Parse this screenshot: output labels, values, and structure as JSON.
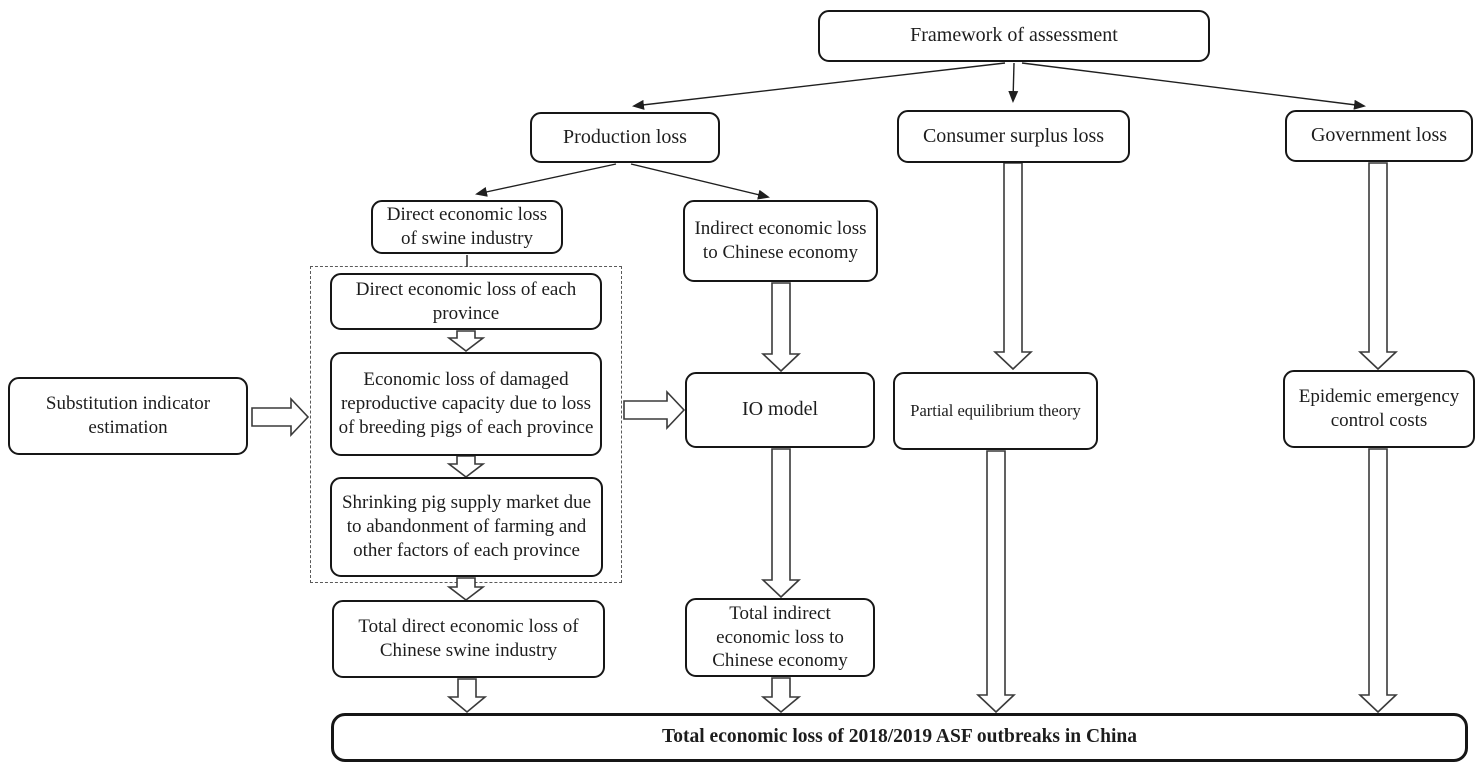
{
  "figure": {
    "type": "flowchart",
    "background_color": "#ffffff",
    "line_color": "#1f1f1f",
    "box_border_color": "#161616",
    "text_color": "#1d1d1d"
  },
  "nodes": {
    "framework": "Framework of assessment",
    "production_loss": "Production loss",
    "consumer_surplus_loss": "Consumer surplus loss",
    "government_loss": "Government loss",
    "direct_loss_swine": "Direct economic loss of swine industry",
    "indirect_loss_economy": "Indirect economic loss to Chinese economy",
    "direct_loss_province": "Direct economic loss of each province",
    "reproductive_loss": "Economic loss of damaged reproductive capacity due to loss of breeding pigs of each province",
    "shrinking_supply": "Shrinking pig supply market due to abandonment of farming and other factors of each province",
    "total_direct_loss": "Total direct economic loss of Chinese swine industry",
    "substitution_indicator": "Substitution indicator estimation",
    "io_model": "IO model",
    "partial_equilibrium": "Partial equilibrium theory",
    "epidemic_costs": "Epidemic emergency control costs",
    "total_indirect_loss": "Total indirect economic loss to Chinese economy",
    "total_loss": "Total economic loss of 2018/2019 ASF outbreaks in China"
  },
  "edges": [
    {
      "from": "framework",
      "to": "production_loss",
      "style": "thin-arrow"
    },
    {
      "from": "framework",
      "to": "consumer_surplus_loss",
      "style": "thin-arrow"
    },
    {
      "from": "framework",
      "to": "government_loss",
      "style": "thin-arrow"
    },
    {
      "from": "production_loss",
      "to": "direct_loss_swine",
      "style": "thin-arrow"
    },
    {
      "from": "production_loss",
      "to": "indirect_loss_economy",
      "style": "thin-arrow"
    },
    {
      "from": "direct_loss_swine",
      "to": "direct_loss_province",
      "style": "plain-line"
    },
    {
      "from": "direct_loss_province",
      "to": "reproductive_loss",
      "style": "block-arrow"
    },
    {
      "from": "reproductive_loss",
      "to": "shrinking_supply",
      "style": "block-arrow"
    },
    {
      "from": "shrinking_supply",
      "to": "total_direct_loss",
      "style": "block-arrow"
    },
    {
      "from": "total_direct_loss",
      "to": "total_loss",
      "style": "block-arrow"
    },
    {
      "from": "substitution_indicator",
      "to": "province-loss-group",
      "style": "block-arrow"
    },
    {
      "from": "province-loss-group",
      "to": "io_model",
      "style": "block-arrow"
    },
    {
      "from": "indirect_loss_economy",
      "to": "io_model",
      "style": "block-arrow"
    },
    {
      "from": "io_model",
      "to": "total_indirect_loss",
      "style": "block-arrow"
    },
    {
      "from": "total_indirect_loss",
      "to": "total_loss",
      "style": "block-arrow"
    },
    {
      "from": "consumer_surplus_loss",
      "to": "partial_equilibrium",
      "style": "block-arrow"
    },
    {
      "from": "partial_equilibrium",
      "to": "total_loss",
      "style": "block-arrow"
    },
    {
      "from": "government_loss",
      "to": "epidemic_costs",
      "style": "block-arrow"
    },
    {
      "from": "epidemic_costs",
      "to": "total_loss",
      "style": "block-arrow"
    }
  ]
}
